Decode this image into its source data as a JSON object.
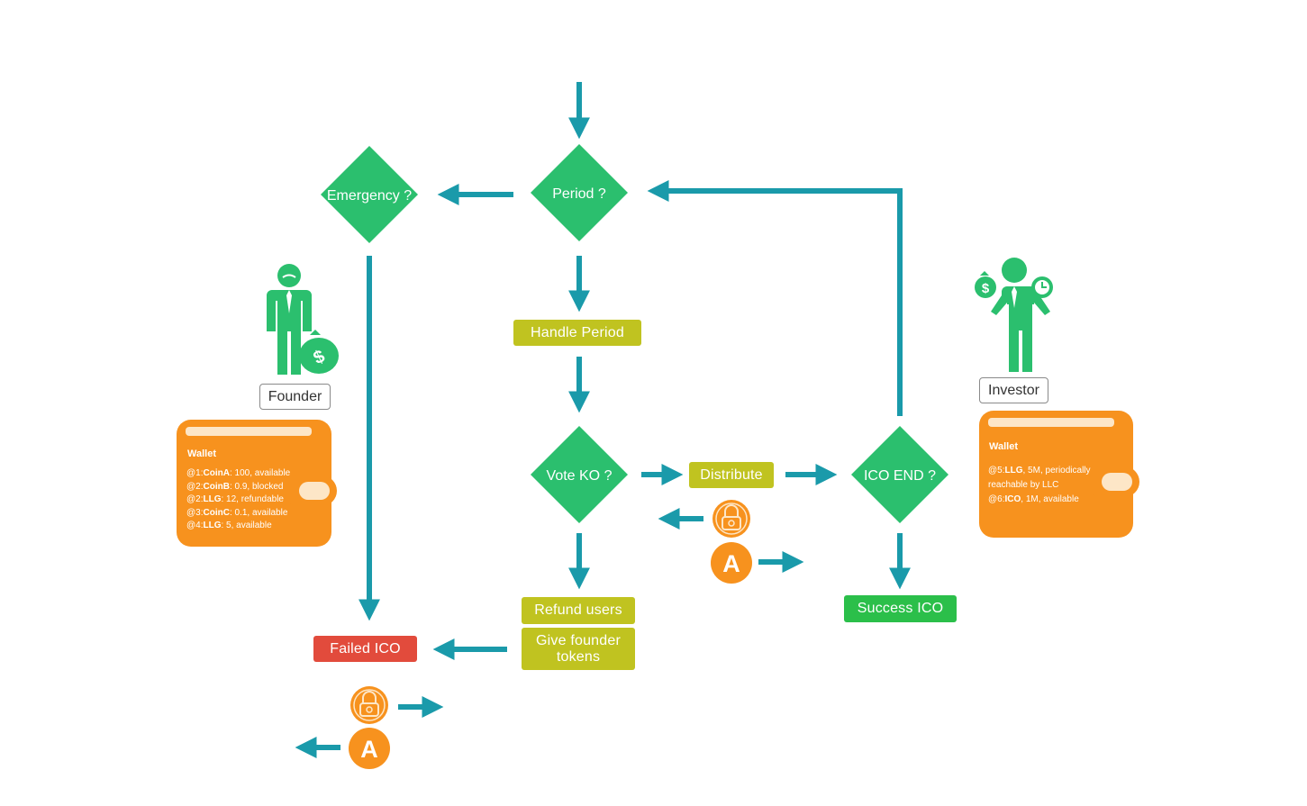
{
  "diagram": {
    "decisions": {
      "period": "Period ?",
      "emergency": "Emergency ?",
      "vote_ko": "Vote KO ?",
      "ico_end": "ICO END ?"
    },
    "actions": {
      "handle_period": "Handle Period",
      "distribute": "Distribute",
      "refund_users": "Refund users",
      "give_founder_tokens": "Give founder tokens",
      "failed_ico": "Failed ICO",
      "success_ico": "Success ICO"
    },
    "badges": {
      "letter": "A"
    }
  },
  "founder": {
    "label": "Founder",
    "wallet": {
      "title": "Wallet",
      "entries": [
        {
          "slot": "@1:",
          "coin": "CoinA",
          "detail": ": 100, available"
        },
        {
          "slot": "@2:",
          "coin": "CoinB",
          "detail": ": 0.9, blocked"
        },
        {
          "slot": "@2:",
          "coin": "LLG",
          "detail": ": 12, refundable"
        },
        {
          "slot": "@3:",
          "coin": "CoinC",
          "detail": ": 0.1, available"
        },
        {
          "slot": "@4:",
          "coin": "LLG",
          "detail": ": 5, available"
        }
      ]
    }
  },
  "investor": {
    "label": "Investor",
    "wallet": {
      "title": "Wallet",
      "entries": [
        {
          "slot": "@5:",
          "coin": "LLG",
          "detail": ", 5M, periodically reachable by LLC"
        },
        {
          "slot": "@6:",
          "coin": "ICO",
          "detail": ", 1M, available"
        }
      ]
    }
  },
  "colors": {
    "arrow": "#1a9aaa",
    "decision": "#2bbf6e",
    "action": "#c0c320",
    "failed": "#e24b3c",
    "success": "#2bbf4a",
    "wallet": "#f7921e",
    "person": "#2bbf6e"
  }
}
